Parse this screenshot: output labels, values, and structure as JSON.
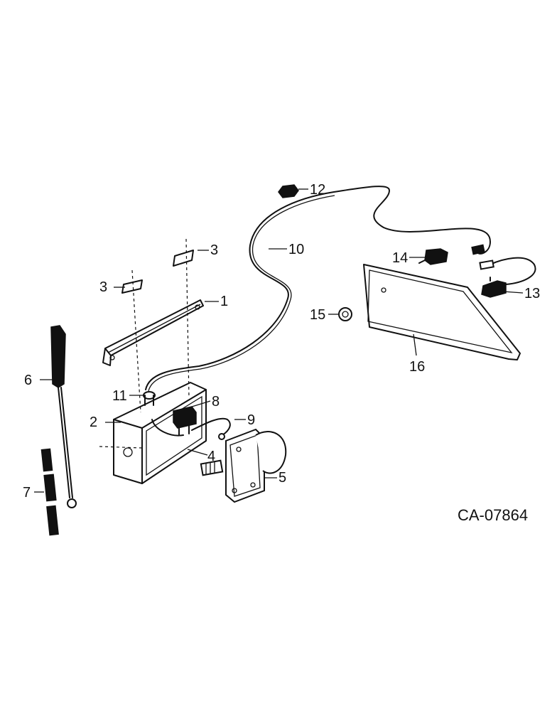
{
  "drawing_id": "CA-07864",
  "callouts": [
    "1",
    "2",
    "3",
    "3",
    "4",
    "5",
    "6",
    "7",
    "8",
    "9",
    "10",
    "11",
    "12",
    "13",
    "14",
    "15",
    "16"
  ]
}
